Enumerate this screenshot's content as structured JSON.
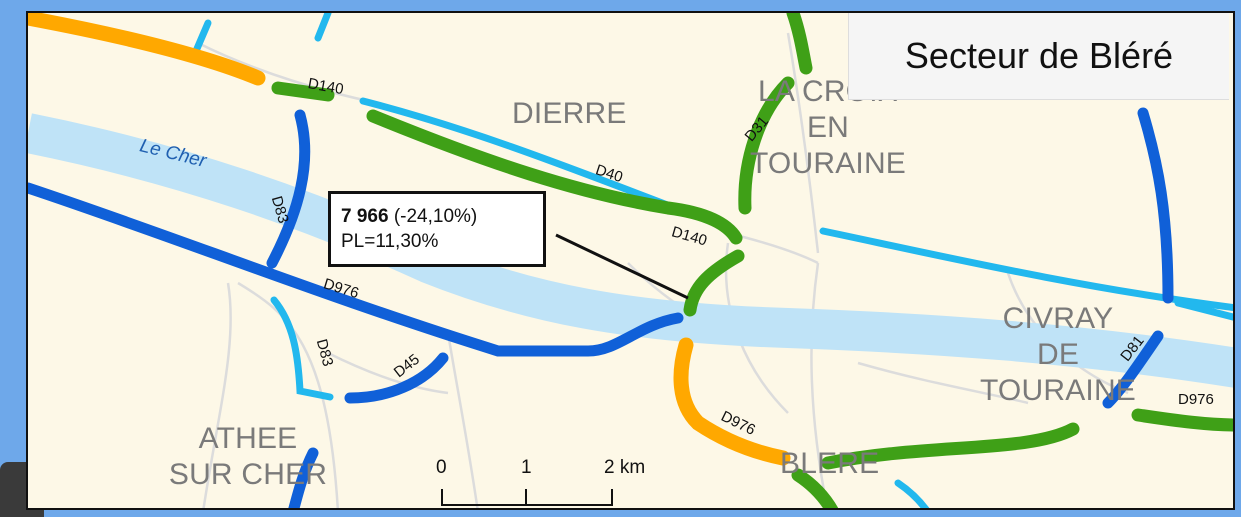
{
  "title": "Secteur de Bléré",
  "callout": {
    "value": "7 966",
    "change": "(-24,10%)",
    "pl": "PL=11,30%"
  },
  "towns": {
    "dierre": "DIERRE",
    "la_croix": "LA CROIX\nEN\nTOURAINE",
    "civray": "CIVRAY\nDE\nTOURAINE",
    "athee": "ATHEE\nSUR CHER",
    "blere": "BLERE"
  },
  "river": "Le Cher",
  "roads": {
    "d140_a": "D140",
    "d83_a": "D83",
    "d40": "D40",
    "d31": "D31",
    "d140_b": "D140",
    "d976_a": "D976",
    "d83_b": "D83",
    "d45": "D45",
    "d976_b": "D976",
    "d81": "D81",
    "d976_c": "D976"
  },
  "scale": {
    "tick0": "0",
    "tick1": "1",
    "tick2": "2 km"
  },
  "colors": {
    "map_bg": "#fdf8e7",
    "river": "#bfe3f7",
    "orange": "#ffa800",
    "green": "#3fa017",
    "light_blue": "#22b8ee",
    "dark_blue": "#1060d8",
    "local_road": "#dcdcdc",
    "outer": "#6ea8ea"
  }
}
